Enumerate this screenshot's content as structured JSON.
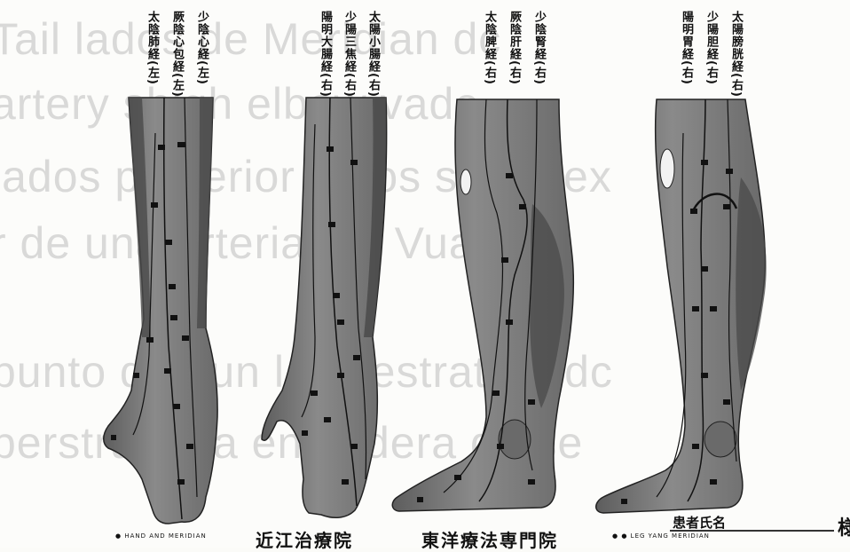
{
  "background_text": [
    "Tail lados de Meridian dc",
    "artery shigh elbow vade",
    "lados posterior pa os sorna ex",
    "r de una arterial en Vuaduce",
    "punto dan un la ci estrat up dc",
    "perstructura en cadera de se"
  ],
  "panels": [
    {
      "labels": [
        "少陰心経(左)",
        "厥陰心包経(左)",
        "太陰肺経(左)"
      ]
    },
    {
      "labels": [
        "太陽小腸経(右)",
        "少陽三焦経(右)",
        "陽明大腸経(右)"
      ]
    },
    {
      "labels": [
        "少陰腎経(右)",
        "厥陰肝経(右)",
        "太陰脾経(右)"
      ]
    },
    {
      "labels": [
        "太陽膀胱経(右)",
        "少陽胆経(右)",
        "陽明胃経(右)"
      ]
    }
  ],
  "footer": {
    "caption_left": "近江治療院",
    "caption_right": "東洋療法専門院",
    "small_left": "● HAND AND MERIDIAN",
    "small_right": "● ● LEG YANG MERIDIAN",
    "patient_label": "患者氏名",
    "edge_char": "様"
  },
  "colors": {
    "limb_fill": "#7d7d7d",
    "limb_dark": "#4a4a4a",
    "line": "#111111",
    "paper": "#fcfcfa"
  }
}
